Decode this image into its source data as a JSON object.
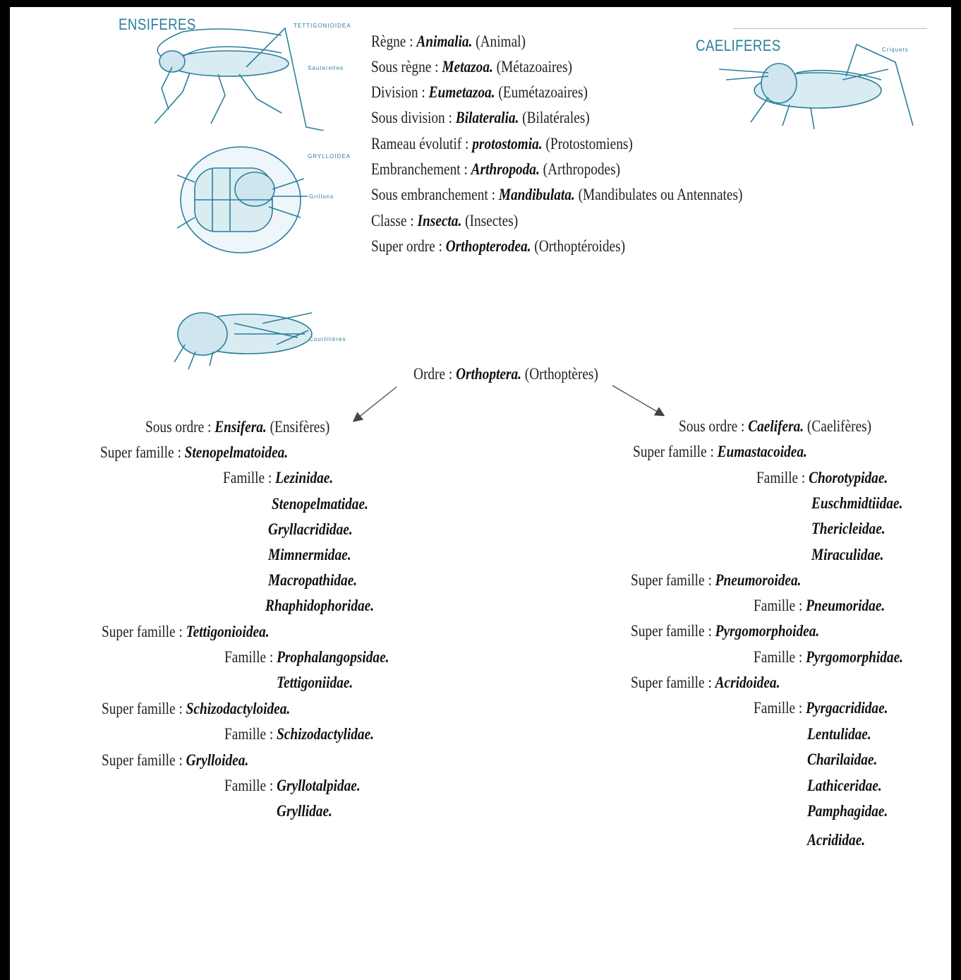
{
  "illustrations": {
    "ensiferes": "ENSIFERES",
    "tettigonioidea": "TETTIGONIOIDEA",
    "sauterelles": "Sauterelles",
    "grylloidea": "GRYLLOIDEA",
    "grillons": "Grillons",
    "courtilieres": "Courtilières",
    "caeliferes": "CAELIFERES",
    "criquets": "Criquets"
  },
  "classification": [
    {
      "label": "Règne : ",
      "taxon": "Animalia.",
      "common": " (Animal)"
    },
    {
      "label": "Sous règne : ",
      "taxon": "Metazoa.",
      "common": " (Métazoaires)"
    },
    {
      "label": "Division : ",
      "taxon": "Eumetazoa.",
      "common": " (Eumétazoaires)"
    },
    {
      "label": "Sous division : ",
      "taxon": "Bilateralia.",
      "common": " (Bilatérales)"
    },
    {
      "label": "Rameau évolutif : ",
      "taxon": "protostomia.",
      "common": " (Protostomiens)"
    },
    {
      "label": "Embranchement : ",
      "taxon": "Arthropoda.",
      "common": " (Arthropodes)"
    },
    {
      "label": "Sous embranchement : ",
      "taxon": "Mandibulata.",
      "common": " (Mandibulates ou Antennates)"
    },
    {
      "label": "Classe : ",
      "taxon": "Insecta.",
      "common": " (Insectes)"
    },
    {
      "label": "Super ordre : ",
      "taxon": "Orthopterodea.",
      "common": " (Orthoptéroides)"
    }
  ],
  "ordre": {
    "label": "Ordre : ",
    "taxon": "Orthoptera.",
    "common": " (Orthoptères)"
  },
  "left": {
    "sous_ordre": {
      "label": "Sous ordre : ",
      "taxon": "Ensifera.",
      "common": " (Ensifères)"
    },
    "sf1": {
      "label": "Super famille : ",
      "taxon": "Stenopelmatoidea."
    },
    "sf1_familles": {
      "label": "Famille : ",
      "items": [
        "Lezinidae.",
        "Stenopelmatidae.",
        "Gryllacrididae.",
        "Mimnermidae.",
        "Macropathidae.",
        "Rhaphidophoridae."
      ]
    },
    "sf2": {
      "label": "Super famille : ",
      "taxon": "Tettigonioidea."
    },
    "sf2_familles": {
      "label": "Famille : ",
      "items": [
        "Prophalangopsidae.",
        "Tettigoniidae."
      ]
    },
    "sf3": {
      "label": "Super famille : ",
      "taxon": "Schizodactyloidea."
    },
    "sf3_familles": {
      "label": "Famille : ",
      "items": [
        "Schizodactylidae."
      ]
    },
    "sf4": {
      "label": "Super famille : ",
      "taxon": "Grylloidea."
    },
    "sf4_familles": {
      "label": "Famille : ",
      "items": [
        "Gryllotalpidae.",
        "Gryllidae."
      ]
    }
  },
  "right": {
    "sous_ordre": {
      "label": "Sous ordre : ",
      "taxon": "Caelifera.",
      "common": " (Caelifères)"
    },
    "sf1": {
      "label": "Super famille : ",
      "taxon": "Eumastacoidea."
    },
    "sf1_familles": {
      "label": "Famille : ",
      "items": [
        "Chorotypidae.",
        "Euschmidtiidae.",
        "Thericleidae.",
        "Miraculidae."
      ]
    },
    "sf2": {
      "label": "Super famille : ",
      "taxon": "Pneumoroidea."
    },
    "sf2_familles": {
      "label": "Famille : ",
      "items": [
        "Pneumoridae."
      ]
    },
    "sf3": {
      "label": "Super famille : ",
      "taxon": "Pyrgomorphoidea."
    },
    "sf3_familles": {
      "label": "Famille : ",
      "items": [
        "Pyrgomorphidae."
      ]
    },
    "sf4": {
      "label": "Super famille : ",
      "taxon": "Acridoidea."
    },
    "sf4_familles": {
      "label": "Famille : ",
      "items": [
        "Pyrgacrididae.",
        "Lentulidae.",
        "Charilaidae.",
        "Lathiceridae.",
        "Pamphagidae.",
        "Acrididae."
      ]
    }
  },
  "colors": {
    "frame": "#000000",
    "illustration": "#2b7f9c",
    "text": "#222222"
  }
}
